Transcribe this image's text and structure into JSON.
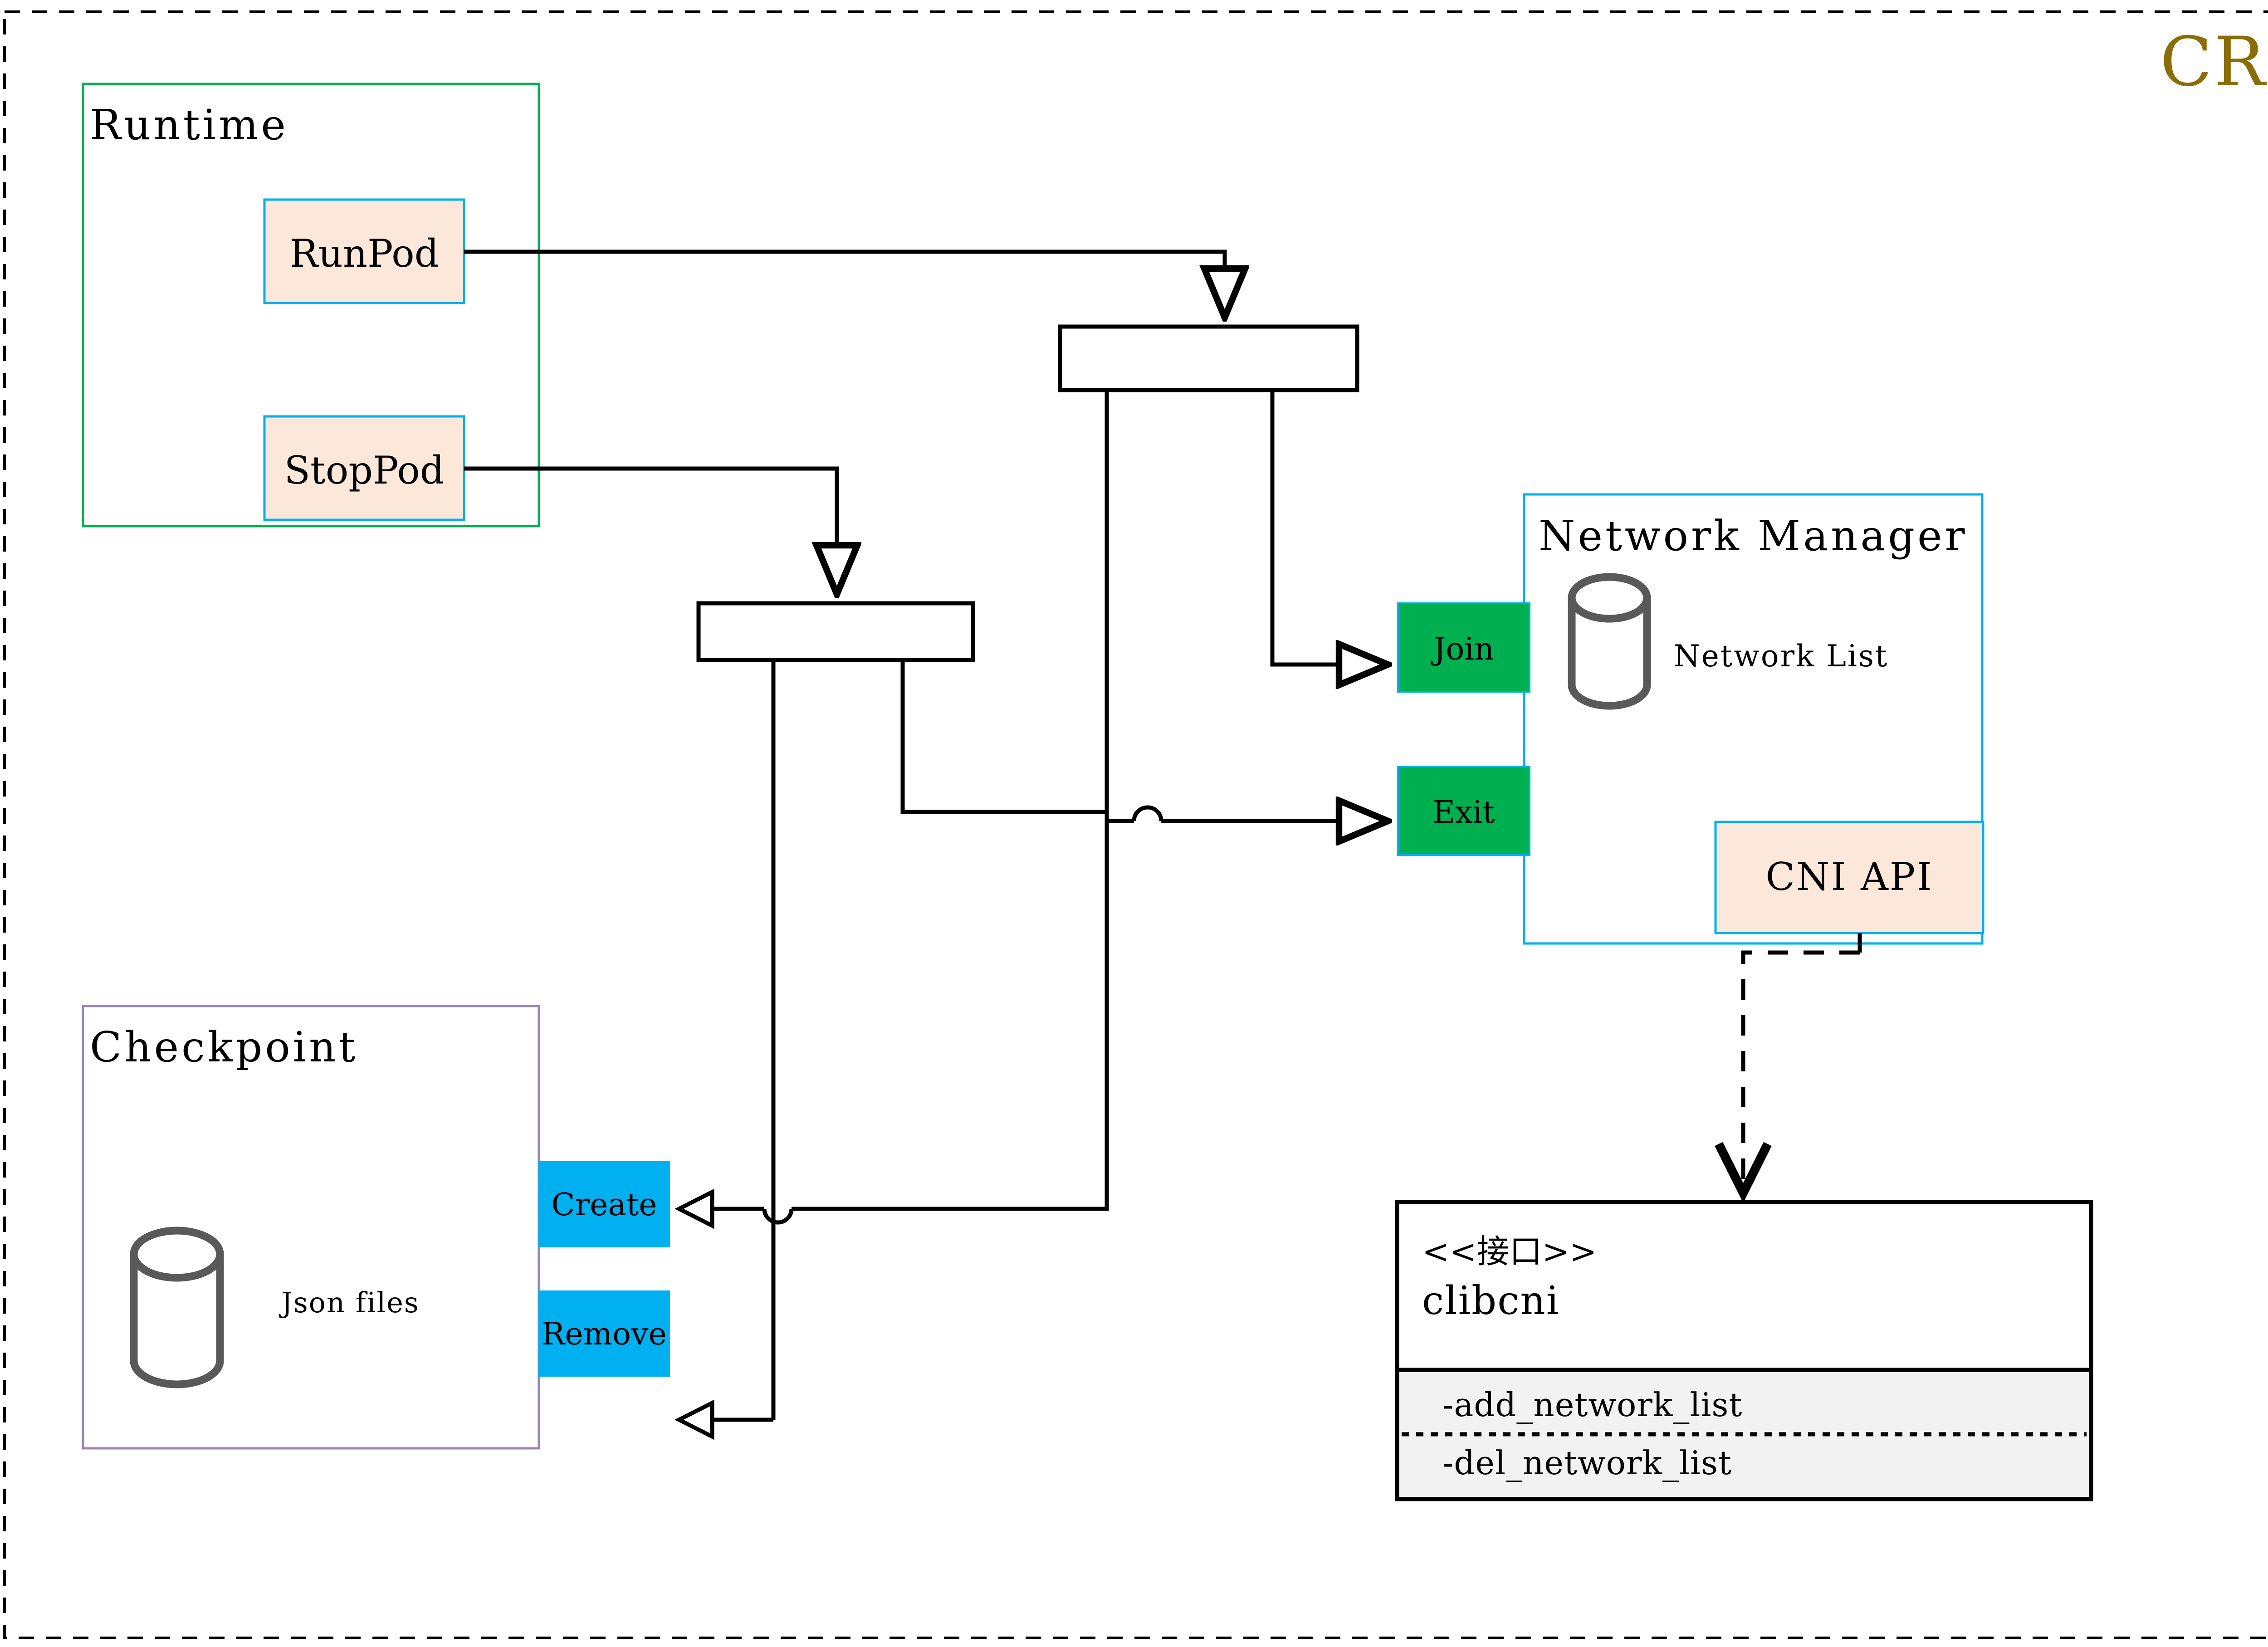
{
  "diagram": {
    "title": "CRI",
    "title_color": "#8a6d06",
    "outer_border": "dashed"
  },
  "colors": {
    "runtime_border": "#00b050",
    "checkpoint_border": "#9a86b5",
    "box_blue_border": "#00b0f0",
    "peach_fill": "#fce8da",
    "green_fill": "#00b050",
    "cyan_fill": "#00b0f0",
    "cylinder_stroke": "#595959",
    "interface_header_fill": "#ffffff",
    "interface_body_fill": "#f2f2f2",
    "line": "#000000"
  },
  "groups": {
    "runtime": {
      "label": "Runtime",
      "operations": [
        {
          "label": "RunPod"
        },
        {
          "label": "StopPod"
        }
      ]
    },
    "checkpoint": {
      "label": "Checkpoint",
      "store_label": "Json files",
      "operations": [
        {
          "label": "Create"
        },
        {
          "label": "Remove"
        }
      ]
    },
    "network_manager": {
      "label": "Network Manager",
      "store_label": "Network List",
      "api_label": "CNI API",
      "operations": [
        {
          "label": "Join"
        },
        {
          "label": "Exit"
        }
      ]
    }
  },
  "interface_box": {
    "stereotype": "<<接口>>",
    "name": "clibcni",
    "methods": [
      "-add_network_list",
      "-del_network_list"
    ]
  }
}
